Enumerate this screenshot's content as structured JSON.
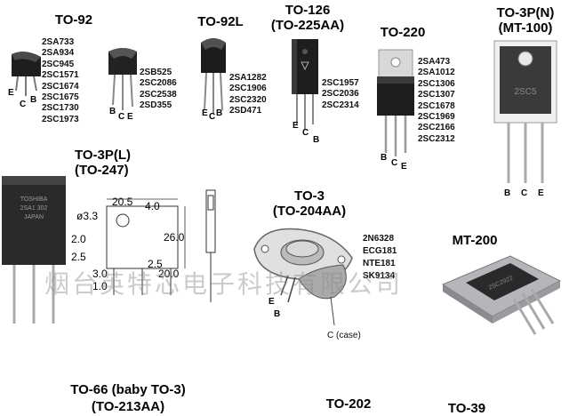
{
  "packages": {
    "to92": {
      "title": "TO-92",
      "parts": [
        "2SA733",
        "2SA934",
        "2SC945",
        "2SC1571",
        "2SC1674",
        "2SC1675",
        "2SC1730",
        "2SC1973"
      ],
      "pins": [
        "E",
        "C",
        "B"
      ]
    },
    "to92b": {
      "parts": [
        "2SB525",
        "2SC2086",
        "2SC2538",
        "2SD355"
      ],
      "pins": [
        "B",
        "C",
        "E"
      ]
    },
    "to92l": {
      "title": "TO-92L",
      "parts": [
        "2SA1282",
        "2SC1906",
        "2SC2320",
        "2SD471"
      ],
      "pins": [
        "E",
        "C",
        "B"
      ]
    },
    "to126": {
      "title1": "TO-126",
      "title2": "(TO-225AA)",
      "parts": [
        "2SC1957",
        "2SC2036",
        "2SC2314"
      ],
      "pins": [
        "E",
        "C",
        "B"
      ]
    },
    "to220": {
      "title": "TO-220",
      "parts": [
        "2SA473",
        "2SA1012",
        "2SC1306",
        "2SC1307",
        "2SC1678",
        "2SC1969",
        "2SC2166",
        "2SC2312"
      ],
      "pins": [
        "B",
        "C",
        "E"
      ]
    },
    "to3pn": {
      "title1": "TO-3P(N)",
      "title2": "(MT-100)",
      "pins": [
        "B",
        "C",
        "E"
      ],
      "marking": "2SC5"
    },
    "to3pl": {
      "title1": "TO-3P(L)",
      "title2": "(TO-247)",
      "marking1": "TOSHIBA",
      "marking2": "2SA1 302",
      "marking3": "JAPAN"
    },
    "dims": {
      "d1": "20.5",
      "d2": "4.0",
      "d3": "ø3.3",
      "d4": "2.0",
      "d5": "26.0",
      "d6": "2.5",
      "d7": "2.5",
      "d8": "3.0",
      "d9": "20.0",
      "d10": "1.0"
    },
    "to3": {
      "title1": "TO-3",
      "title2": "(TO-204AA)",
      "parts": [
        "2N6328",
        "ECG181",
        "NTE181",
        "SK9134"
      ],
      "pins": [
        "E",
        "B"
      ],
      "case_label": "C (case)"
    },
    "mt200": {
      "title": "MT-200",
      "marking": "2SC2922"
    },
    "to66": {
      "title1": "TO-66 (baby TO-3)",
      "title2": "(TO-213AA)"
    },
    "to202": {
      "title": "TO-202"
    },
    "to39": {
      "title": "TO-39"
    }
  },
  "watermark": "烟台英特芯电子科技有限公司"
}
